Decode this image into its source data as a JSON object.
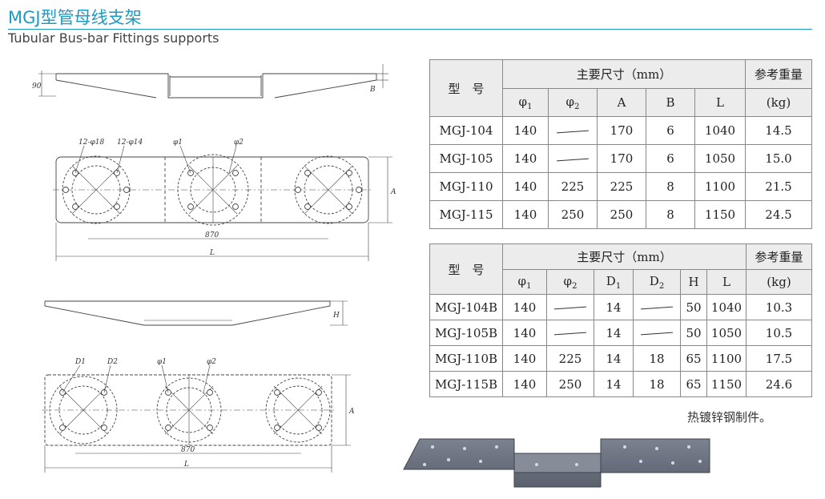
{
  "header": {
    "title": "MGJ型管母线支架",
    "subtitle": "Tubular Bus-bar Fittings supports"
  },
  "drawing_labels": {
    "dim_90": "90",
    "dim_B": "B",
    "hole_12_18": "12-φ18",
    "hole_12_14": "12-φ14",
    "phi1": "φ1",
    "phi2": "φ2",
    "dim_A": "A",
    "dim_870": "870",
    "dim_L": "L",
    "dim_H": "H",
    "D1": "D1",
    "D2": "D2",
    "phi1b": "φ1",
    "phi2b": "φ2",
    "dim_A2": "A",
    "dim_870b": "870",
    "dim_L2": "L"
  },
  "table1": {
    "model_header": "型　号",
    "main_dims_header": "主要尺寸（mm）",
    "weight_header": "参考重量",
    "weight_unit": "(kg)",
    "col_phi1": "φ",
    "col_phi1_sub": "1",
    "col_phi2": "φ",
    "col_phi2_sub": "2",
    "col_A": "A",
    "col_B": "B",
    "col_L": "L",
    "rows": [
      {
        "model": "MGJ-104",
        "phi1": "140",
        "phi2": "",
        "A": "170",
        "B": "6",
        "L": "1040",
        "weight": "14.5"
      },
      {
        "model": "MGJ-105",
        "phi1": "140",
        "phi2": "",
        "A": "170",
        "B": "6",
        "L": "1050",
        "weight": "15.0"
      },
      {
        "model": "MGJ-110",
        "phi1": "140",
        "phi2": "225",
        "A": "225",
        "B": "8",
        "L": "1100",
        "weight": "21.5"
      },
      {
        "model": "MGJ-115",
        "phi1": "140",
        "phi2": "250",
        "A": "250",
        "B": "8",
        "L": "1150",
        "weight": "24.5"
      }
    ]
  },
  "table2": {
    "model_header": "型　号",
    "main_dims_header": "主要尺寸（mm）",
    "weight_header": "参考重量",
    "weight_unit": "(kg)",
    "col_phi1": "φ",
    "col_phi1_sub": "1",
    "col_phi2": "φ",
    "col_phi2_sub": "2",
    "col_D1": "D",
    "col_D1_sub": "1",
    "col_D2": "D",
    "col_D2_sub": "2",
    "col_H": "H",
    "col_L": "L",
    "rows": [
      {
        "model": "MGJ-104B",
        "phi1": "140",
        "phi2": "",
        "D1": "14",
        "D2": "",
        "H": "50",
        "L": "1040",
        "weight": "10.3"
      },
      {
        "model": "MGJ-105B",
        "phi1": "140",
        "phi2": "",
        "D1": "14",
        "D2": "",
        "H": "50",
        "L": "1050",
        "weight": "10.5"
      },
      {
        "model": "MGJ-110B",
        "phi1": "140",
        "phi2": "225",
        "D1": "14",
        "D2": "18",
        "H": "65",
        "L": "1100",
        "weight": "17.5"
      },
      {
        "model": "MGJ-115B",
        "phi1": "140",
        "phi2": "250",
        "D1": "14",
        "D2": "18",
        "H": "65",
        "L": "1150",
        "weight": "24.6"
      }
    ]
  },
  "note": "热镀锌钢制件。",
  "colors": {
    "title": "#1a9bc4",
    "header_bg": "#ececec",
    "photo_steel": "#6c7280"
  }
}
